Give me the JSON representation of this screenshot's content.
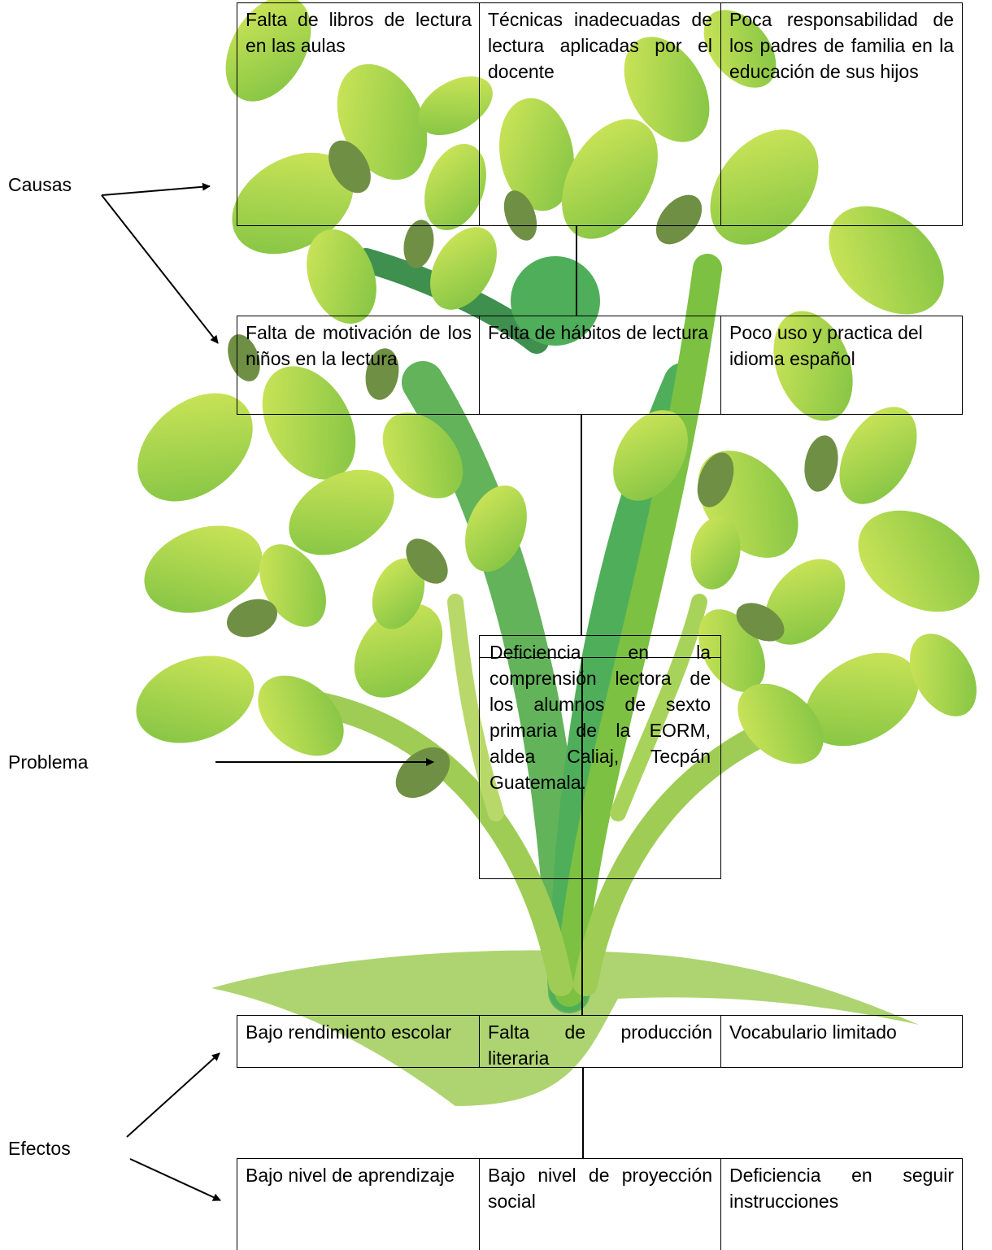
{
  "labels": {
    "causas": "Causas",
    "problema": "Problema",
    "efectos": "Efectos"
  },
  "causes_row1": [
    "Falta de libros de lectura en las aulas",
    "Técnicas inadecuadas de lectura aplicadas por el docente",
    "Poca responsabilidad de los padres de familia en la educación de sus hijos"
  ],
  "causes_row2": [
    " Falta de motivación de los niños en la lectura",
    "Falta de hábitos de lectura",
    "Poco uso y practica del idioma español"
  ],
  "problem": "Deficiencia en la comprensión lectora de los alumnos de sexto primaria de la EORM, aldea Caliaj, Tecpán Guatemala.",
  "effects_row1": [
    "Bajo rendimiento escolar",
    "Falta de producción literaria",
    "Vocabulario limitado"
  ],
  "effects_row2": [
    "Bajo nivel de aprendizaje",
    "Bajo nivel de proyección social",
    "Deficiencia en seguir instrucciones"
  ],
  "colors": {
    "leaf_light": "#b5d84a",
    "leaf_mid": "#8cc63f",
    "leaf_dark": "#6f8f45",
    "trunk": "#4fae5a",
    "trunk_dark": "#3f8f4f",
    "ground": "#9cca5a"
  }
}
